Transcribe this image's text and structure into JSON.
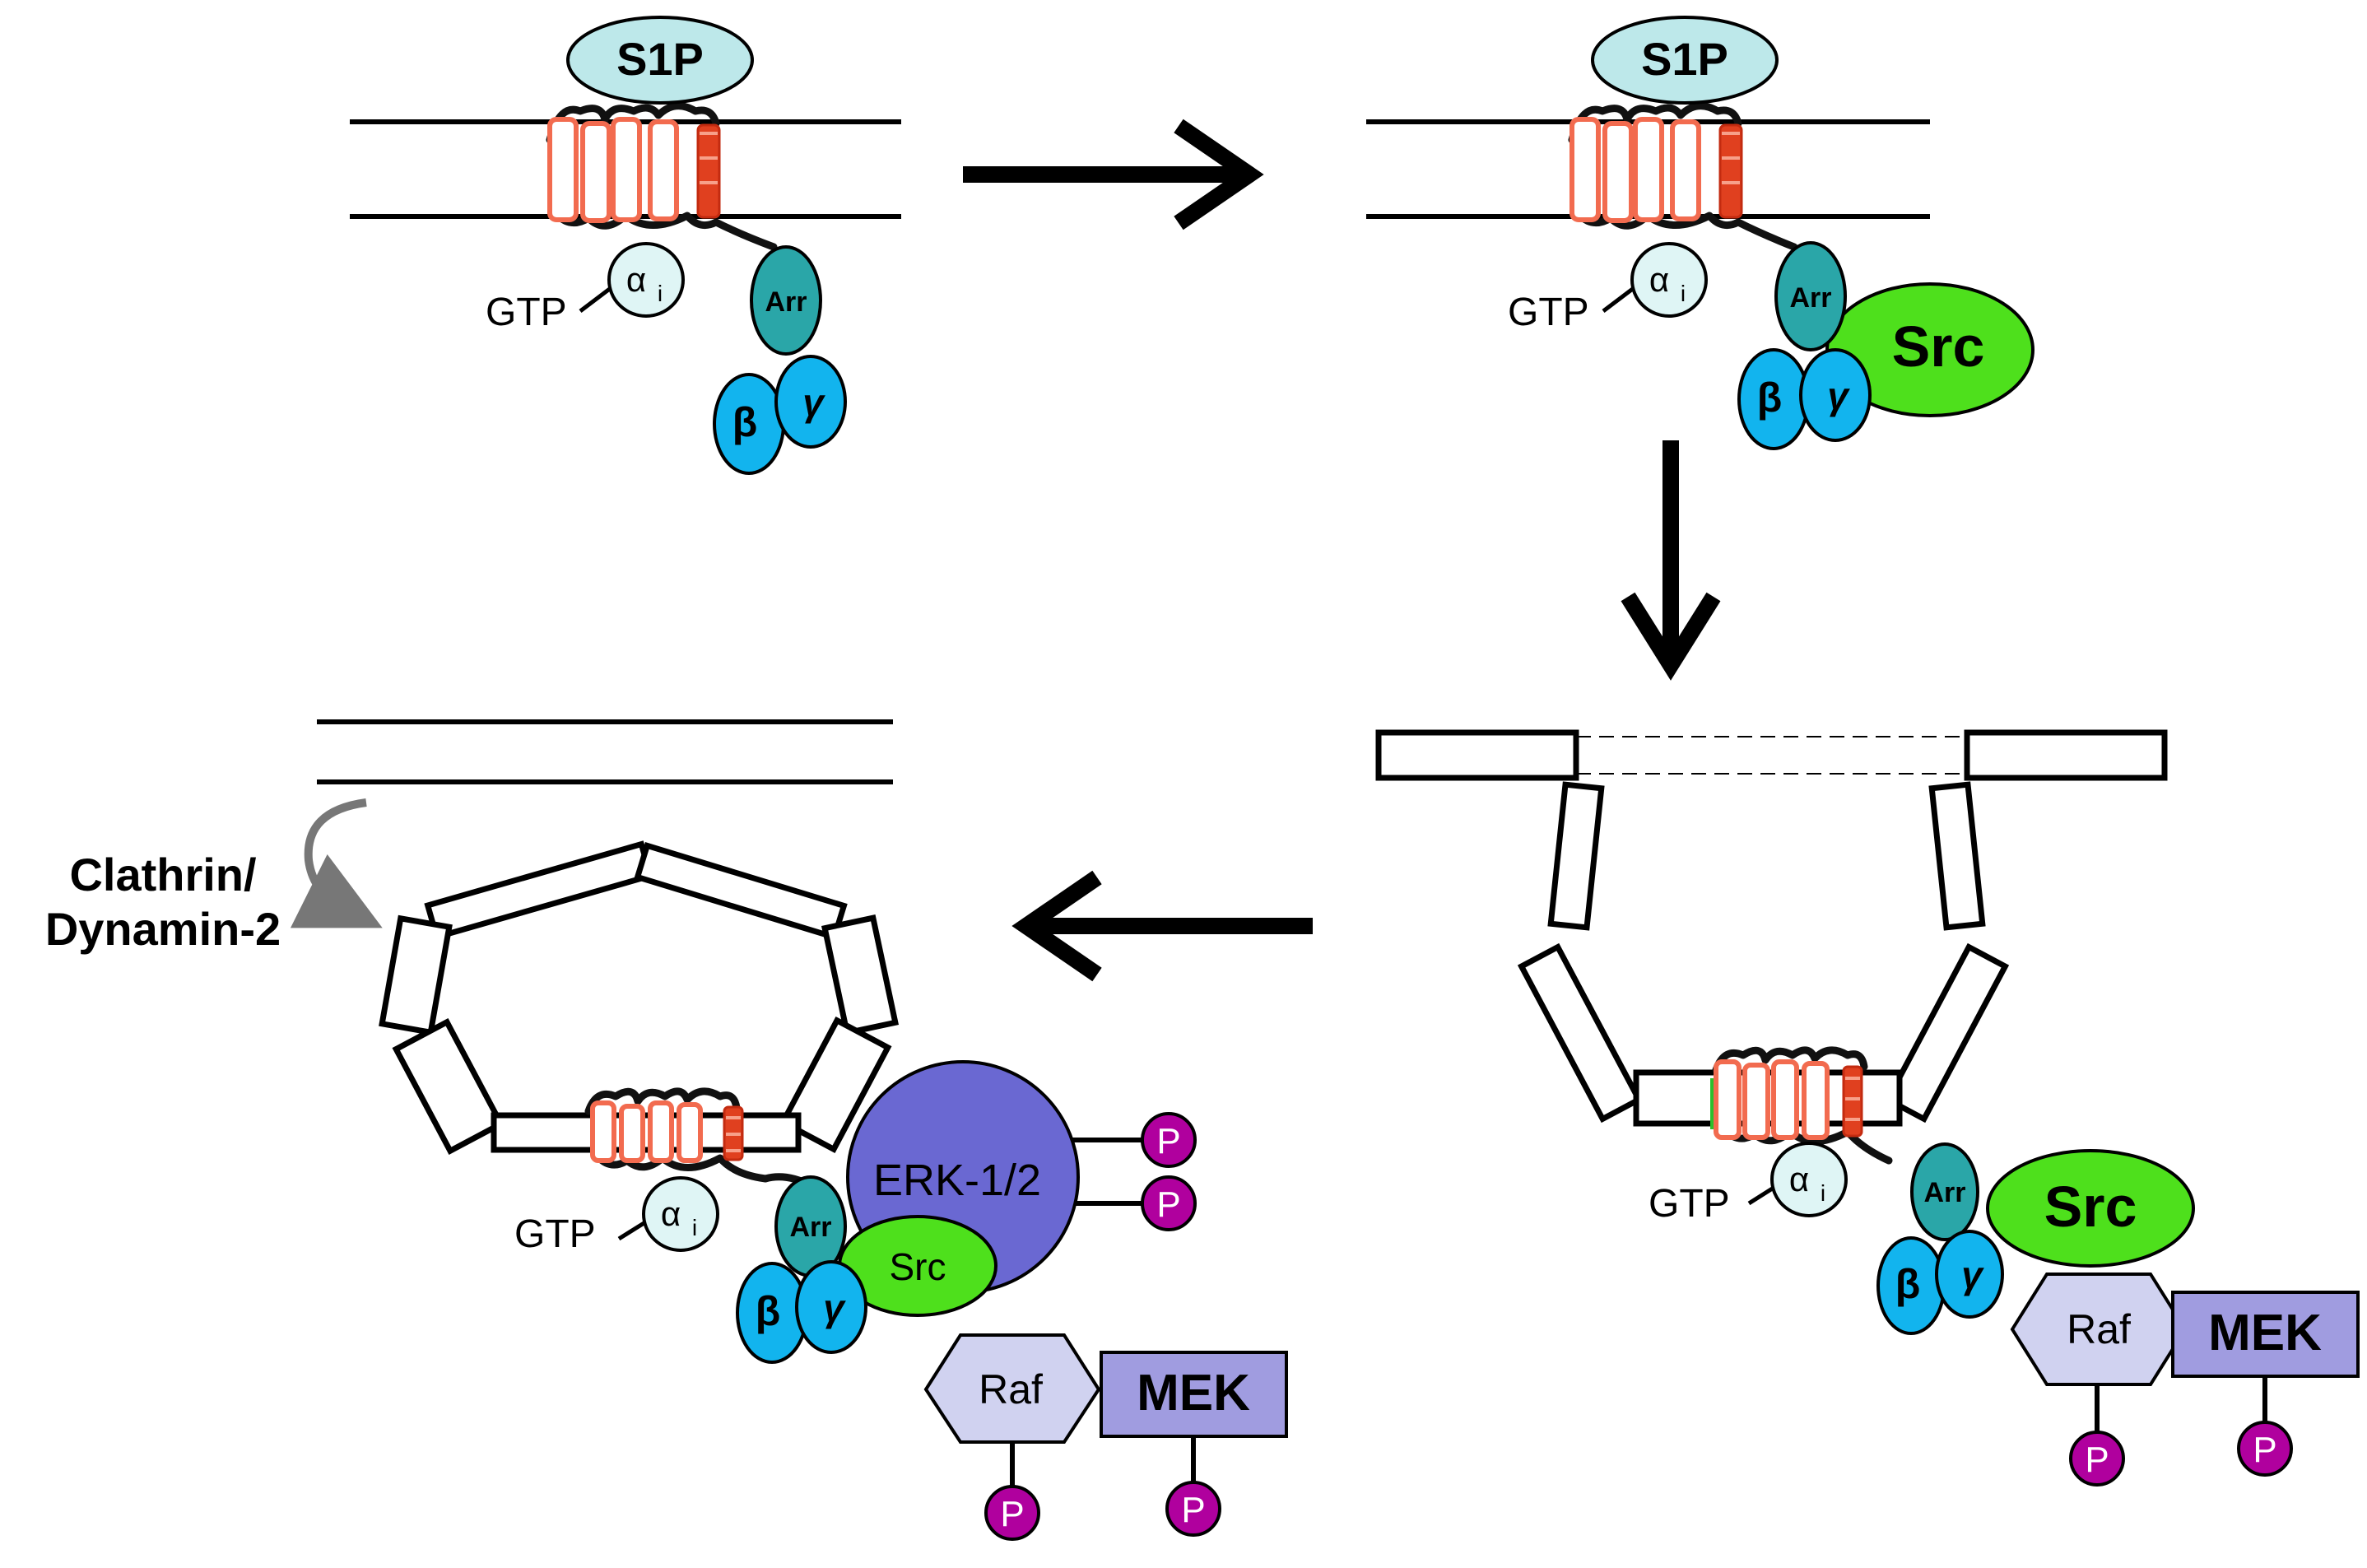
{
  "labels": {
    "s1p": "S1P",
    "gtp": "GTP",
    "alpha_i": "α",
    "alpha_sub": "i",
    "arr": "Arr",
    "beta": "β",
    "gamma": "γ",
    "src": "Src",
    "raf": "Raf",
    "mek": "MEK",
    "erk": "ERK-1/2",
    "phospho": "P",
    "clathrin_line1": "Clathrin/",
    "clathrin_line2": "Dynamin-2"
  },
  "colors": {
    "s1p": "#bde8ea",
    "alpha_i": "#dff5f5",
    "arr": "#2aa6a8",
    "beta_gamma": "#12b4ee",
    "src": "#4ee01c",
    "raf": "#d0d2f0",
    "mek": "#a09ce0",
    "erk": "#6a68d2",
    "phospho": "#b0009e",
    "helix": "#f26b4f"
  }
}
